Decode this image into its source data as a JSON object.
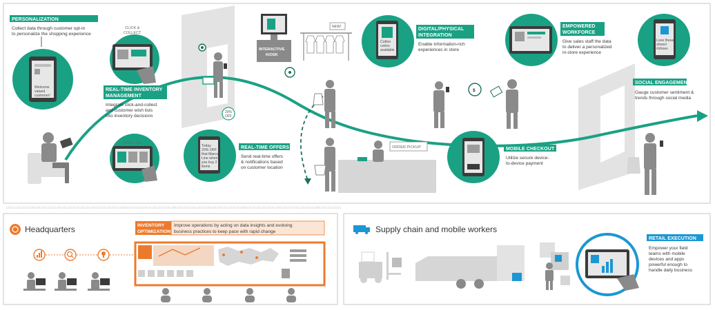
{
  "colors": {
    "teal": "#1aa184",
    "orange": "#ec7a2d",
    "blue": "#1b97d4",
    "gray": "#8a8a8a",
    "wall": "#e1e1e1"
  },
  "callouts": {
    "personalization": {
      "title": "PERSONALIZATION",
      "lines": [
        "Collect data through customer opt-in",
        "to personalize the shopping experience"
      ]
    },
    "inventory": {
      "title_lines": [
        "REAL-TIME INVENTORY",
        "MANAGEMENT"
      ],
      "lines": [
        "Integrate click-and-collect",
        "and customer wish lists",
        "into inventory decisions"
      ]
    },
    "offers": {
      "title": "REAL-TIME OFFERS",
      "lines": [
        "Send real-time offers",
        "& notifications based",
        "on customer location"
      ]
    },
    "digital": {
      "title_lines": [
        "DIGITAL/PHYSICAL",
        "INTEGRATION"
      ],
      "lines": [
        "Enable information-rich",
        "experiences in store"
      ]
    },
    "workforce": {
      "title_lines": [
        "EMPOWERED",
        "WORKFORCE"
      ],
      "lines": [
        "Give sales staff the data",
        "to deliver a personalized",
        "in-store experience"
      ]
    },
    "social": {
      "title": "SOCIAL ENGAGEMENT",
      "lines": [
        "Gauge customer sentiment &",
        "trends through social media"
      ]
    },
    "checkout": {
      "title": "MOBILE CHECKOUT",
      "lines": [
        "Utilize secure device-",
        "to-device payment"
      ]
    }
  },
  "labels": {
    "click_collect": [
      "CLICK &",
      "COLLECT"
    ],
    "wish_list": "WISH LIST",
    "kiosk": [
      "INTERACTIVE",
      "KIOSK"
    ],
    "new": "NEW!",
    "order_pickup": "ORDER PICKUP",
    "discount": [
      "20%",
      "OFF"
    ],
    "dollar": "$"
  },
  "screens": {
    "welcome": [
      "Welcome",
      "valued",
      "customer!"
    ],
    "offer": [
      "Today",
      "20% OFF",
      "that Marco",
      "Line when",
      "you buy 2",
      "items"
    ],
    "digital": [
      "Cotton",
      "colors",
      "available"
    ],
    "social": [
      "Love these",
      "shoes!",
      "#shoes"
    ]
  },
  "binary_strip": "1010101010100101010101001010101010101001010101010100101010100101010101010010101010101010010101010101010010101010101010010101010101010100101010101",
  "bottom": {
    "headquarters": "Headquarters",
    "inventory_opt": {
      "title_lines": [
        "INVENTORY",
        "OPTIMIZATION"
      ],
      "lines": [
        "Improve operations by acting on data insights and evolving",
        "business practices to keep pace with rapid change"
      ]
    },
    "supply_chain": "Supply chain and mobile workers",
    "retail_exec": {
      "title": "RETAIL EXECUTION",
      "lines": [
        "Empower your field",
        "teams with mobile",
        "devices and apps",
        "powerful enough to",
        "handle daily business"
      ]
    }
  }
}
